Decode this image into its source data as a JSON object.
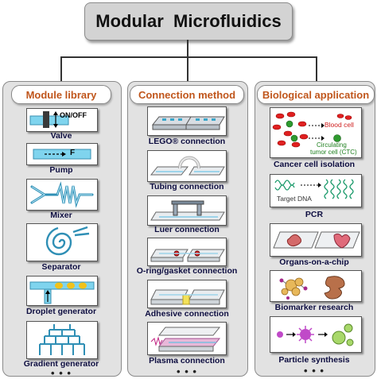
{
  "title": "Modular  Microfluidics",
  "columns": [
    {
      "header": "Module library",
      "items": [
        {
          "label": "Valve",
          "icon": "valve-icon",
          "inner_text": "ON/OFF"
        },
        {
          "label": "Pump",
          "icon": "pump-icon",
          "inner_text": "F"
        },
        {
          "label": "Mixer",
          "icon": "mixer-icon"
        },
        {
          "label": "Separator",
          "icon": "separator-icon"
        },
        {
          "label": "Droplet generator",
          "icon": "droplet-generator-icon"
        },
        {
          "label": "Gradient generator",
          "icon": "gradient-generator-icon"
        }
      ],
      "more": "• • •"
    },
    {
      "header": "Connection method",
      "items": [
        {
          "label": "LEGO® connection",
          "icon": "lego-connection-icon"
        },
        {
          "label": "Tubing connection",
          "icon": "tubing-connection-icon"
        },
        {
          "label": "Luer connection",
          "icon": "luer-connection-icon"
        },
        {
          "label": "O-ring/gasket connection",
          "icon": "oring-connection-icon"
        },
        {
          "label": "Adhesive connection",
          "icon": "adhesive-connection-icon"
        },
        {
          "label": "Plasma connection",
          "icon": "plasma-connection-icon"
        }
      ],
      "more": "• • •"
    },
    {
      "header": "Biological application",
      "items": [
        {
          "label": "Cancer cell isolation",
          "icon": "cancer-cell-icon",
          "inner_text": [
            "Blood cell",
            "Circulating",
            "tumor cell (CTC)"
          ]
        },
        {
          "label": "PCR",
          "icon": "pcr-icon",
          "inner_text": "Target DNA"
        },
        {
          "label": "Organs-on-a-chip",
          "icon": "organ-chip-icon"
        },
        {
          "label": "Biomarker research",
          "icon": "biomarker-icon"
        },
        {
          "label": "Particle synthesis",
          "icon": "particle-synthesis-icon"
        }
      ],
      "more": "• • •"
    }
  ],
  "colors": {
    "header_text": "#c0561c",
    "label_text": "#0d0d40",
    "panel_bg": "#e2e2e2",
    "title_bg": "#d3d3d3",
    "blood_cell": "#e02020",
    "ctc": "#2e9a2e",
    "dna": "#1a9a6a"
  }
}
